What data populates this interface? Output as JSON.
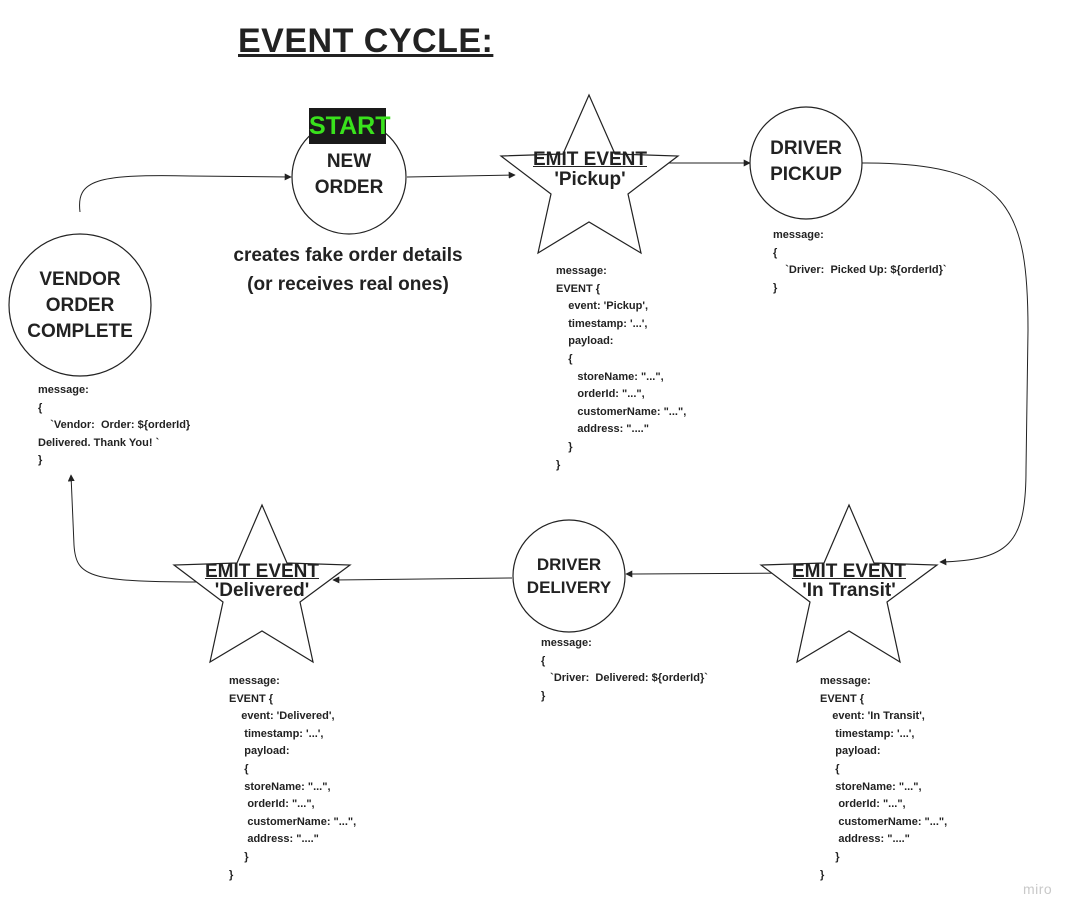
{
  "title": "EVENT CYCLE:",
  "start_label": "START",
  "nodes": {
    "new_order": "NEW\nORDER",
    "vendor_complete": "VENDOR\nORDER\nCOMPLETE",
    "driver_pickup": "DRIVER\nPICKUP",
    "driver_delivery": "DRIVER\nDELIVERY"
  },
  "events": {
    "pickup": {
      "title": "EMIT EVENT",
      "name": "'Pickup'"
    },
    "in_transit": {
      "title": "EMIT EVENT",
      "name": "'In Transit'"
    },
    "delivered": {
      "title": "EMIT EVENT",
      "name": "'Delivered'"
    }
  },
  "new_order_note": "creates fake order details\n(or receives real ones)",
  "messages": {
    "vendor": "message:\n{\n    `Vendor:  Order: ${orderId}\nDelivered. Thank You! `\n}",
    "pickup_event": "message:\nEVENT {\n    event: 'Pickup',\n    timestamp: '...',\n    payload:\n    {\n       storeName: \"...\",\n       orderId: \"...\",\n       customerName: \"...\",\n       address: \"....\"\n    }\n}",
    "driver_pickup": "message:\n{\n    `Driver:  Picked Up: ${orderId}`\n}",
    "driver_delivered": "message:\n{\n   `Driver:  Delivered: ${orderId}`\n}",
    "delivered_event": "message:\nEVENT {\n    event: 'Delivered',\n     timestamp: '...',\n     payload:\n     {\n     storeName: \"...\",\n      orderId: \"...\",\n      customerName: \"...\",\n      address: \"....\"\n     }\n}",
    "in_transit_event": "message:\nEVENT {\n    event: 'In Transit',\n     timestamp: '...',\n     payload:\n     {\n     storeName: \"...\",\n      orderId: \"...\",\n      customerName: \"...\",\n      address: \"....\"\n     }\n}"
  },
  "brand": "miro",
  "colors": {
    "start_bg": "#1a1a1a",
    "start_text": "#39e21c",
    "stroke": "#222222"
  }
}
